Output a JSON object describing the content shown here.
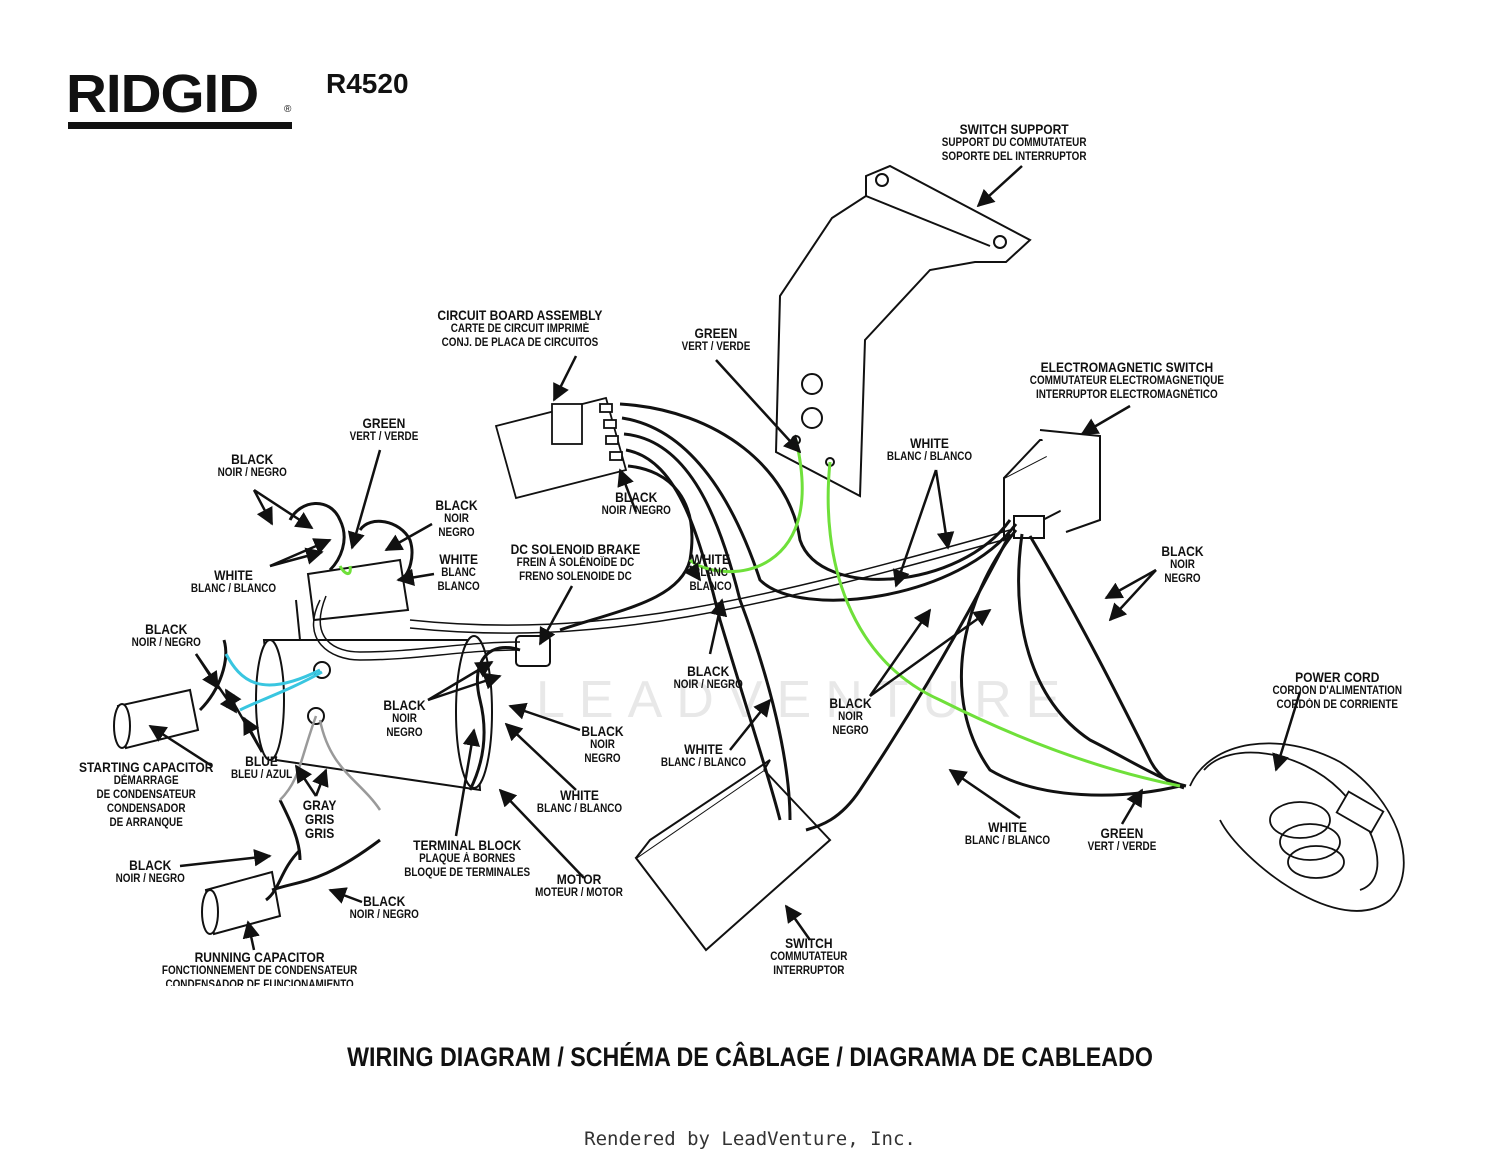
{
  "brand": {
    "logo": "RIDGID",
    "model": "R4520"
  },
  "title": "WIRING DIAGRAM / SCHÉMA DE CÂBLAGE / DIAGRAMA DE CABLEADO",
  "footer": "Rendered by LeadVenture, Inc.",
  "watermark": "LEADVENTURE",
  "wire_colors": {
    "black": "#111111",
    "green": "#6fe03a",
    "blue": "#39c6e0",
    "gray": "#9a9a9a"
  },
  "labels": {
    "switch_support": [
      "SWITCH SUPPORT",
      "SUPPORT DU COMMUTATEUR",
      "SOPORTE DEL INTERRUPTOR"
    ],
    "circuit_board": [
      "CIRCUIT BOARD ASSEMBLY",
      "CARTE DE CIRCUIT IMPRIMÉ",
      "CONJ. DE PLACA DE CIRCUITOS"
    ],
    "green_top": [
      "GREEN",
      "VERT / VERDE"
    ],
    "em_switch": [
      "ELECTROMAGNETIC SWITCH",
      "COMMUTATEUR ELECTROMAGNETIQUE",
      "INTERRUPTOR ELECTROMAGNÉTICO"
    ],
    "white_top_right": [
      "WHITE",
      "BLANC / BLANCO"
    ],
    "green_left": [
      "GREEN",
      "VERT / VERDE"
    ],
    "black_top_left": [
      "BLACK",
      "NOIR / NEGRO"
    ],
    "black_box": [
      "BLACK",
      "NOIR",
      "NEGRO"
    ],
    "white_box": [
      "WHITE",
      "BLANC",
      "BLANCO"
    ],
    "white_left": [
      "WHITE",
      "BLANC / BLANCO"
    ],
    "black_board": [
      "BLACK",
      "NOIR / NEGRO"
    ],
    "dc_brake": [
      "DC SOLENOID BRAKE",
      "FREIN À SOLÉNOÏDE DC",
      "FRENO SOLENOIDE DC"
    ],
    "white_mid": [
      "WHITE",
      "BLANC",
      "BLANCO"
    ],
    "black_right": [
      "BLACK",
      "NOIR",
      "NEGRO"
    ],
    "black_cap": [
      "BLACK",
      "NOIR / NEGRO"
    ],
    "black_mid": [
      "BLACK",
      "NOIR / NEGRO"
    ],
    "black_motor_left": [
      "BLACK",
      "NOIR",
      "NEGRO"
    ],
    "black_motor_right": [
      "BLACK",
      "NOIR",
      "NEGRO"
    ],
    "black_center": [
      "BLACK",
      "NOIR",
      "NEGRO"
    ],
    "power_cord": [
      "POWER CORD",
      "CORDON D'ALIMENTATION",
      "CORDÓN DE CORRIENTE"
    ],
    "starting_cap": [
      "STARTING CAPACITOR",
      "DÉMARRAGE",
      "DE CONDENSATEUR",
      "CONDENSADOR",
      "DE ARRANQUE"
    ],
    "blue": [
      "BLUE",
      "BLEU / AZUL"
    ],
    "white_lower": [
      "WHITE",
      "BLANC / BLANCO"
    ],
    "white_motor": [
      "WHITE",
      "BLANC / BLANCO"
    ],
    "gray": [
      "GRAY",
      "GRIS",
      "GRIS"
    ],
    "white_bottom": [
      "WHITE",
      "BLANC / BLANCO"
    ],
    "green_bottom": [
      "GREEN",
      "VERT / VERDE"
    ],
    "terminal_block": [
      "TERMINAL BLOCK",
      "PLAQUE À BORNES",
      "BLOQUE DE  TERMINALES"
    ],
    "black_lower_left": [
      "BLACK",
      "NOIR / NEGRO"
    ],
    "motor": [
      "MOTOR",
      "MOTEUR / MOTOR"
    ],
    "black_run": [
      "BLACK",
      "NOIR / NEGRO"
    ],
    "switch": [
      "SWITCH",
      "COMMUTATEUR",
      "INTERRUPTOR"
    ],
    "running_cap": [
      "RUNNING CAPACITOR",
      "FONCTIONNEMENT DE CONDENSATEUR",
      "CONDENSADOR DE FUNCIONAMIENTO"
    ]
  }
}
